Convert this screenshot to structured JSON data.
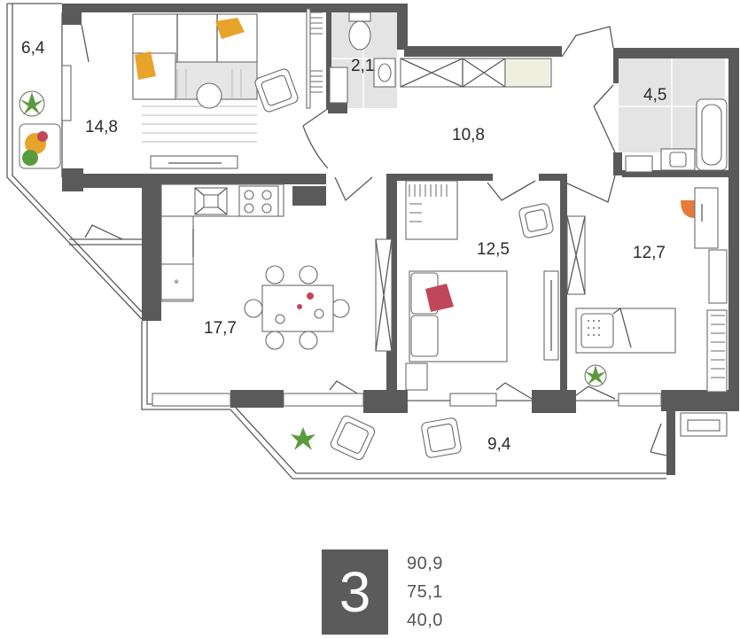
{
  "rooms": {
    "balcony_left": "6,4",
    "living_room": "14,8",
    "wc": "2,1",
    "hall": "10,8",
    "bathroom": "4,5",
    "kitchen": "17,7",
    "bedroom_middle": "12,5",
    "bedroom_right": "12,7",
    "balcony_bottom": "9,4"
  },
  "summary": {
    "room_count": "3",
    "total_area": "90,9",
    "living_area": "75,1",
    "third_area": "40,0"
  },
  "colors": {
    "wall": "#5a5a5a",
    "accent_orange": "#e8a32a",
    "accent_red": "#c0475a",
    "plant_green": "#5b9a3c",
    "tile": "#e4e4e4"
  }
}
